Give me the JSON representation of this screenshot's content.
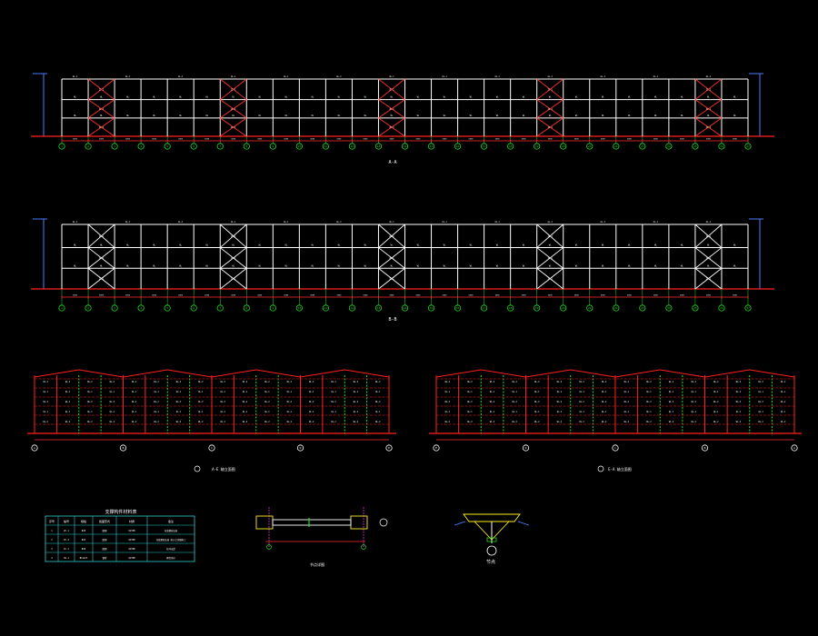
{
  "drawing": {
    "background": "#000000",
    "colors": {
      "frame": "#ffffff",
      "ground": "#ff2020",
      "axis_bubble": "#22dd22",
      "dimension": "#ff3030",
      "level_marker": "#4a7dff",
      "brace_red": "#ff3030",
      "brace_white": "#ffffff",
      "table_border": "#33cccc",
      "detail_yellow": "#ffee22",
      "detail_blue": "#4a7dff",
      "detail_magenta": "#ff33ff"
    },
    "elevation_top": {
      "grid_count": 27,
      "axis_labels": [
        "1",
        "2",
        "3",
        "4",
        "5",
        "6",
        "7",
        "8",
        "9",
        "10",
        "11",
        "12",
        "13",
        "14",
        "15",
        "16",
        "17",
        "18",
        "19",
        "20",
        "21",
        "22",
        "23",
        "24",
        "25",
        "26",
        "27"
      ],
      "braced_bays": [
        1,
        6,
        12,
        18,
        24
      ],
      "brace_style": "red",
      "caption": "A-A"
    },
    "elevation_mid": {
      "grid_count": 27,
      "axis_labels": [
        "1",
        "2",
        "3",
        "4",
        "5",
        "6",
        "7",
        "8",
        "9",
        "10",
        "11",
        "12",
        "13",
        "14",
        "15",
        "16",
        "17",
        "18",
        "19",
        "20",
        "21",
        "22",
        "23",
        "24",
        "25",
        "26",
        "27"
      ],
      "braced_bays": [
        1,
        6,
        12,
        18,
        24
      ],
      "brace_style": "white",
      "caption": "B-B"
    },
    "gable_left": {
      "axis_labels": [
        "A",
        "B",
        "C",
        "D",
        "E"
      ],
      "caption": "A-E 轴立面图"
    },
    "gable_right": {
      "axis_labels": [
        "E",
        "D",
        "C",
        "B",
        "A"
      ],
      "caption": "E-A 轴立面图"
    },
    "table": {
      "title": "支撑构件材料表",
      "headers": [
        "序号",
        "编号",
        "规格",
        "截面形式",
        "材质",
        "备注"
      ],
      "rows": [
        [
          "1",
          "ZC-1",
          "Φ20",
          "圆钢",
          "Q235B",
          "花篮螺栓连接"
        ],
        [
          "2",
          "ZC-2",
          "Φ22",
          "圆钢",
          "Q235B",
          "花篮螺栓连接 按节点详图施工"
        ],
        [
          "3",
          "SC-1",
          "Φ20",
          "圆钢",
          "Q235B",
          "柱间支撑"
        ],
        [
          "4",
          "XG-1",
          "Φ114x3",
          "钢管",
          "Q235B",
          "刚性系杆"
        ]
      ]
    },
    "detail_a": {
      "caption": "节点详图"
    },
    "detail_b": {
      "caption": "节点"
    }
  }
}
